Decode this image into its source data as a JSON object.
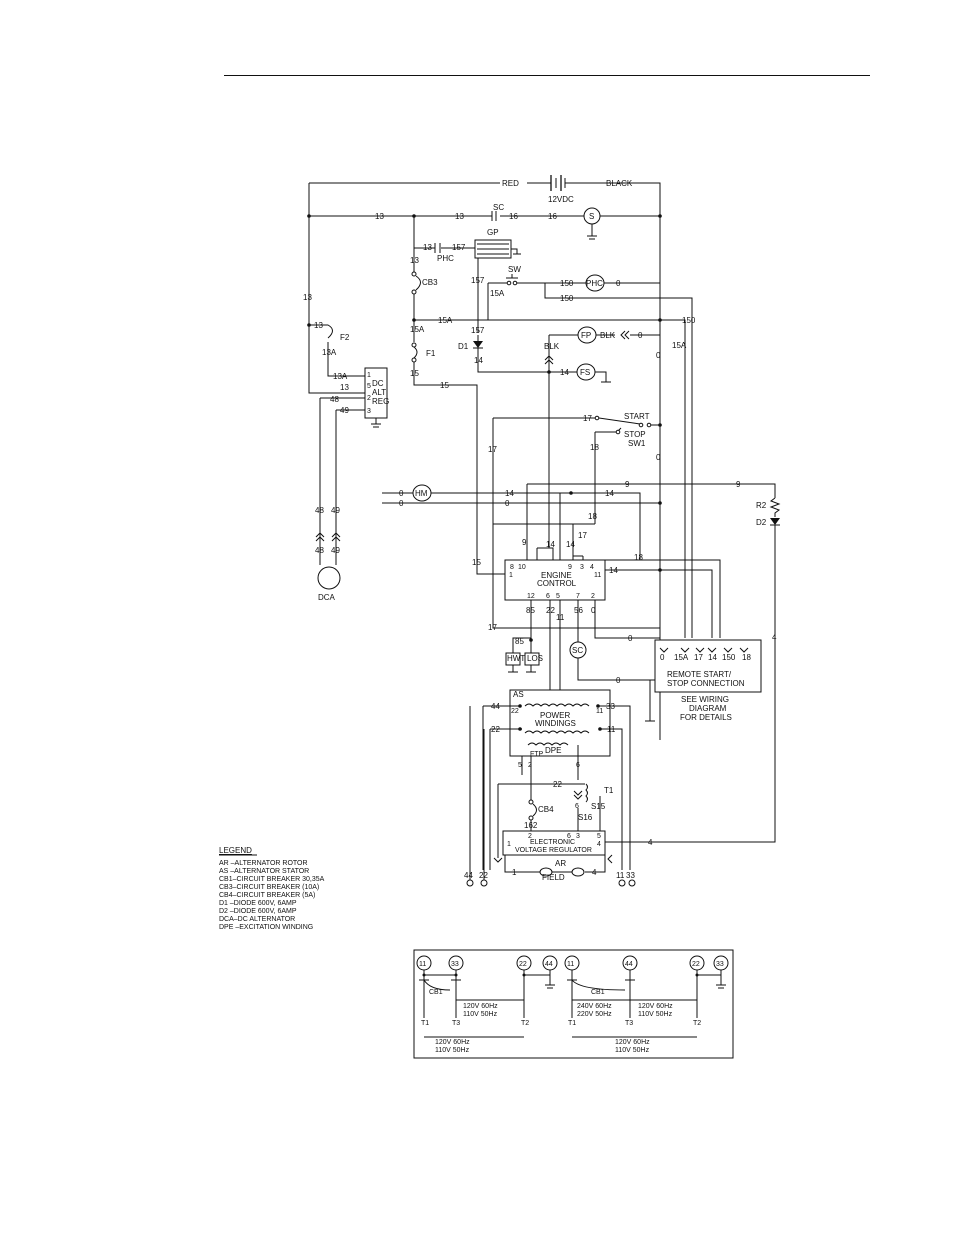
{
  "labels": {
    "red": "RED",
    "black": "BLACK",
    "battery": "12VDC",
    "w13": "13",
    "w16": "16",
    "w157": "157",
    "w150": "150",
    "w15A": "15A",
    "w15": "15",
    "w14": "14",
    "w17": "17",
    "w18": "18",
    "w9": "9",
    "w0": "0",
    "w13A": "13A",
    "w48": "48",
    "w49": "49",
    "w4": "4",
    "w85": "85",
    "w22": "22",
    "w11": "11",
    "w44": "44",
    "w33": "33",
    "w56": "56",
    "w6": "6",
    "w5": "5",
    "w3": "3",
    "w1": "1",
    "w2": "2",
    "w162": "162",
    "w8": "8",
    "w10": "10",
    "w12": "12",
    "w7": "7",
    "sc": "SC",
    "s": "S",
    "gp": "GP",
    "phc": "PHC",
    "sw": "SW",
    "cb3": "CB3",
    "cb4": "CB4",
    "f1": "F1",
    "f2": "F2",
    "d1": "D1",
    "d2": "D2",
    "r2": "R2",
    "blk": "BLK",
    "fp": "FP",
    "fs": "FS",
    "start": "START",
    "stop": "STOP",
    "sw1": "SW1",
    "hm": "HM",
    "dca": "DCA",
    "dc_alt_reg": [
      "DC",
      "ALT",
      "REG"
    ],
    "engine_control": [
      "ENGINE",
      "CONTROL"
    ],
    "hwt": "HWT",
    "los": "LOS",
    "remote": [
      "REMOTE START/",
      "STOP CONNECTION"
    ],
    "see_wiring": [
      "SEE WIRING",
      "DIAGRAM",
      "FOR DETAILS"
    ],
    "as": "AS",
    "power_windings": [
      "POWER",
      "WINDINGS"
    ],
    "dpe": "DPE",
    "ftp": "FTP",
    "t1": "T1",
    "s15": "S15",
    "s16": "S16",
    "evr": [
      "ELECTRONIC",
      "VOLTAGE REGULATOR"
    ],
    "ar": "AR",
    "field": "FIELD",
    "remote_terms": [
      "0",
      "15A",
      "17",
      "14",
      "150",
      "18"
    ]
  },
  "legend": {
    "title": "LEGEND",
    "items": [
      "AR  –ALTERNATOR ROTOR",
      "AS  –ALTERNATOR STATOR",
      "CB1–CIRCUIT BREAKER 30,35A",
      "CB3–CIRCUIT BREAKER (10A)",
      "CB4–CIRCUIT BREAKER (5A)",
      "D1  –DIODE 600V, 6AMP",
      "D2  –DIODE 600V, 6AMP",
      "DCA–DC ALTERNATOR",
      "DPE –EXCITATION WINDING"
    ]
  },
  "inset": {
    "left": {
      "terminals": [
        "11",
        "33",
        "22",
        "44"
      ],
      "cb": "CB1",
      "v1": "120V 60Hz",
      "v2": "110V 50Hz",
      "bottom1": "120V 60Hz",
      "bottom2": "110V 50Hz",
      "t": [
        "T1",
        "T3",
        "T2"
      ]
    },
    "right": {
      "terminals": [
        "11",
        "44",
        "22",
        "33"
      ],
      "cb": "CB1",
      "a1": "240V 60Hz",
      "a2": "220V 50Hz",
      "b1": "120V 60Hz",
      "b2": "110V 50Hz",
      "bottom1": "120V 60Hz",
      "bottom2": "110V 50Hz",
      "t": [
        "T1",
        "T3",
        "T2"
      ]
    }
  }
}
